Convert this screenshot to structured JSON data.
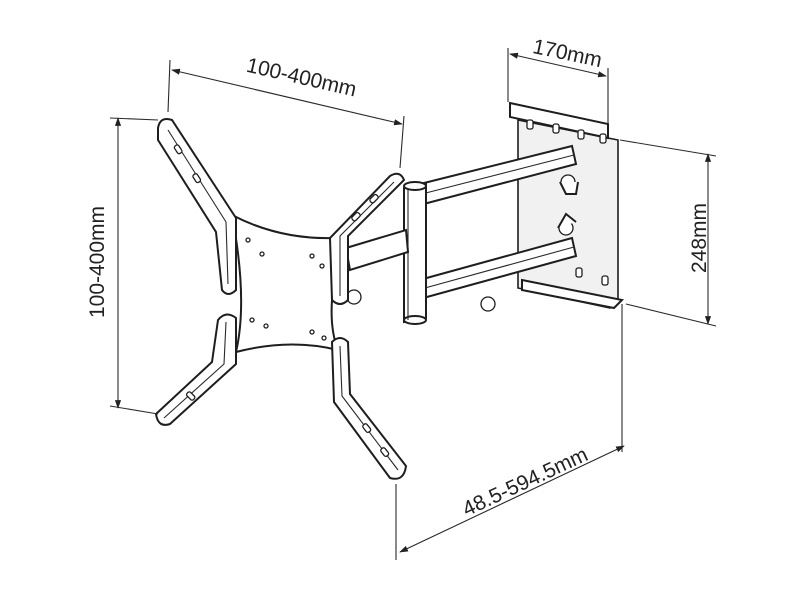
{
  "dimensions": {
    "vesa_width": "100-400mm",
    "vesa_height": "100-400mm",
    "plate_width": "170mm",
    "plate_height": "248mm",
    "extension": "48.5-594.5mm"
  }
}
